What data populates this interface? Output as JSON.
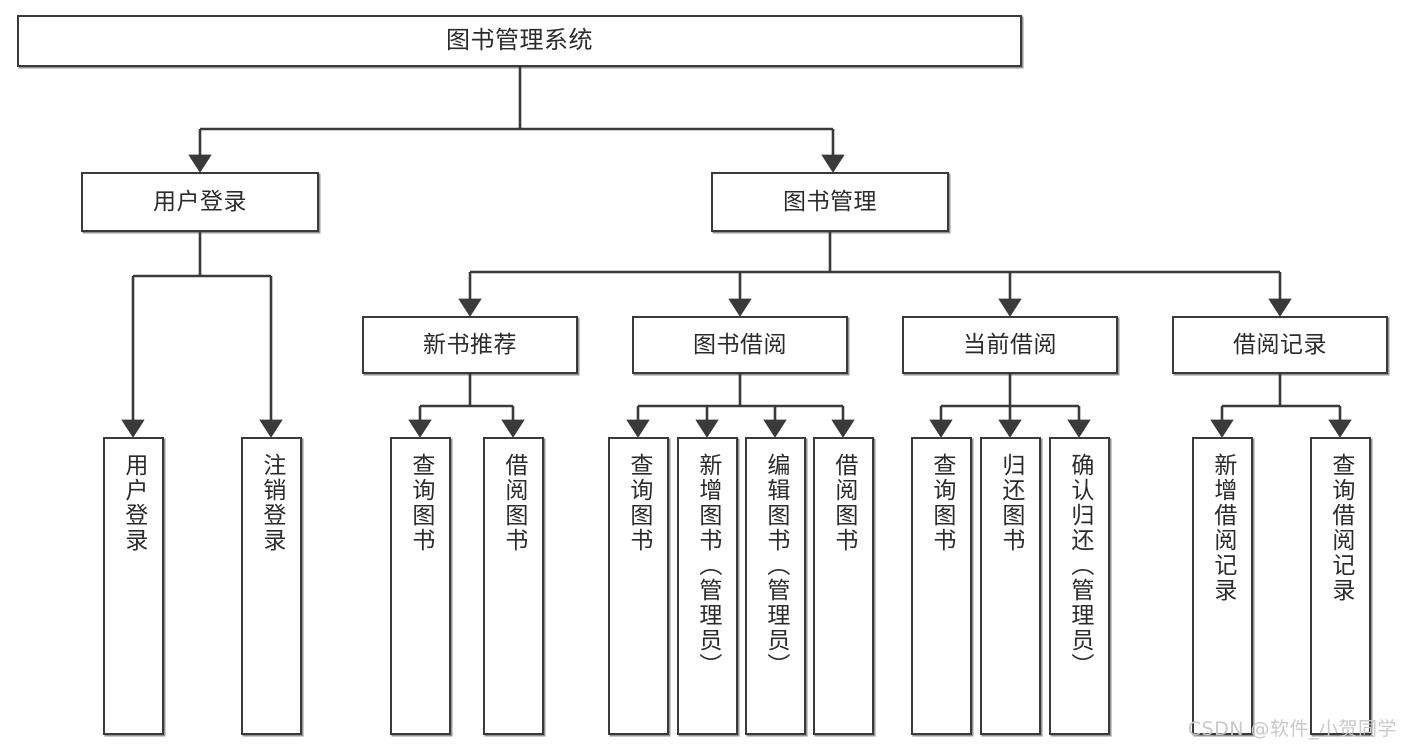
{
  "diagram": {
    "title": "图书管理系统",
    "type": "tree-hierarchy",
    "root": {
      "label": "图书管理系统"
    },
    "level2": [
      {
        "label": "用户登录"
      },
      {
        "label": "图书管理"
      }
    ],
    "level3": [
      {
        "label": "新书推荐"
      },
      {
        "label": "图书借阅"
      },
      {
        "label": "当前借阅"
      },
      {
        "label": "借阅记录"
      }
    ],
    "leaves": {
      "user_login": [
        {
          "label": "用户登录"
        },
        {
          "label": "注销登录"
        }
      ],
      "new_book_recommend": [
        {
          "label": "查询图书"
        },
        {
          "label": "借阅图书"
        }
      ],
      "book_borrow": [
        {
          "label": "查询图书"
        },
        {
          "label": "新增图书（管理员）"
        },
        {
          "label": "编辑图书（管理员）"
        },
        {
          "label": "借阅图书"
        }
      ],
      "current_borrow": [
        {
          "label": "查询图书"
        },
        {
          "label": "归还图书"
        },
        {
          "label": "确认归还（管理员）"
        }
      ],
      "borrow_record": [
        {
          "label": "新增借阅记录"
        },
        {
          "label": "查询借阅记录"
        }
      ]
    }
  },
  "watermark": {
    "text": "CSDN @软件_小贺同学"
  },
  "colors": {
    "box_border": "#3a3a3a",
    "box_fill": "#ffffff",
    "line": "#3a3a3a",
    "text": "#2b2b2b",
    "watermark": "#c9c9c9",
    "background": "#ffffff"
  }
}
